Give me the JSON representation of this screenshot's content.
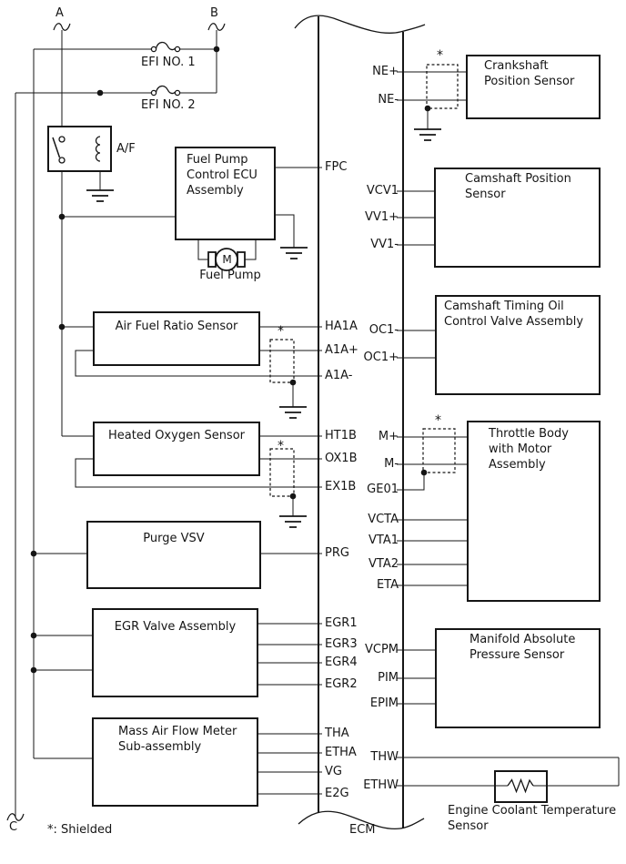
{
  "note": "*: Shielded",
  "shield_marker": "*",
  "labels": {
    "a": "A",
    "b": "B",
    "c": "C"
  },
  "fuses": {
    "efi1": "EFI NO. 1",
    "efi2": "EFI NO. 2"
  },
  "relay": {
    "label": "A/F"
  },
  "fuel_pump": {
    "motor_letter": "M",
    "caption": "Fuel Pump"
  },
  "ecm": {
    "label": "ECM",
    "left_pins": [
      "FPC",
      "HA1A",
      "A1A+",
      "A1A-",
      "HT1B",
      "OX1B",
      "EX1B",
      "PRG",
      "EGR1",
      "EGR3",
      "EGR4",
      "EGR2",
      "THA",
      "ETHA",
      "VG",
      "E2G"
    ],
    "right_pins": [
      "NE+",
      "NE-",
      "VCV1",
      "VV1+",
      "VV1-",
      "OC1-",
      "OC1+",
      "M+",
      "M-",
      "GE01",
      "VCTA",
      "VTA1",
      "VTA2",
      "ETA",
      "VCPM",
      "PIM",
      "EPIM",
      "THW",
      "ETHW"
    ]
  },
  "components": {
    "fuel_pump_ecu": [
      "Fuel Pump",
      "Control ECU",
      "Assembly"
    ],
    "afr_sensor": [
      "Air Fuel Ratio Sensor"
    ],
    "ho2_sensor": [
      "Heated Oxygen Sensor"
    ],
    "purge_vsv": [
      "Purge VSV"
    ],
    "egr_valve": [
      "EGR Valve Assembly"
    ],
    "maf_meter": [
      "Mass Air Flow Meter",
      "Sub-assembly"
    ],
    "crankshaft_sensor": [
      "Crankshaft",
      "Position Sensor"
    ],
    "camshaft_sensor": [
      "Camshaft Position",
      "Sensor"
    ],
    "camshaft_ocv": [
      "Camshaft Timing Oil",
      "Control Valve Assembly"
    ],
    "throttle_body": [
      "Throttle Body",
      "with Motor",
      "Assembly"
    ],
    "map_sensor": [
      "Manifold Absolute",
      "Pressure Sensor"
    ],
    "ect_sensor": [
      "Engine Coolant Temperature",
      "Sensor"
    ]
  },
  "colors": {
    "line": "#151515",
    "background": "#ffffff"
  }
}
